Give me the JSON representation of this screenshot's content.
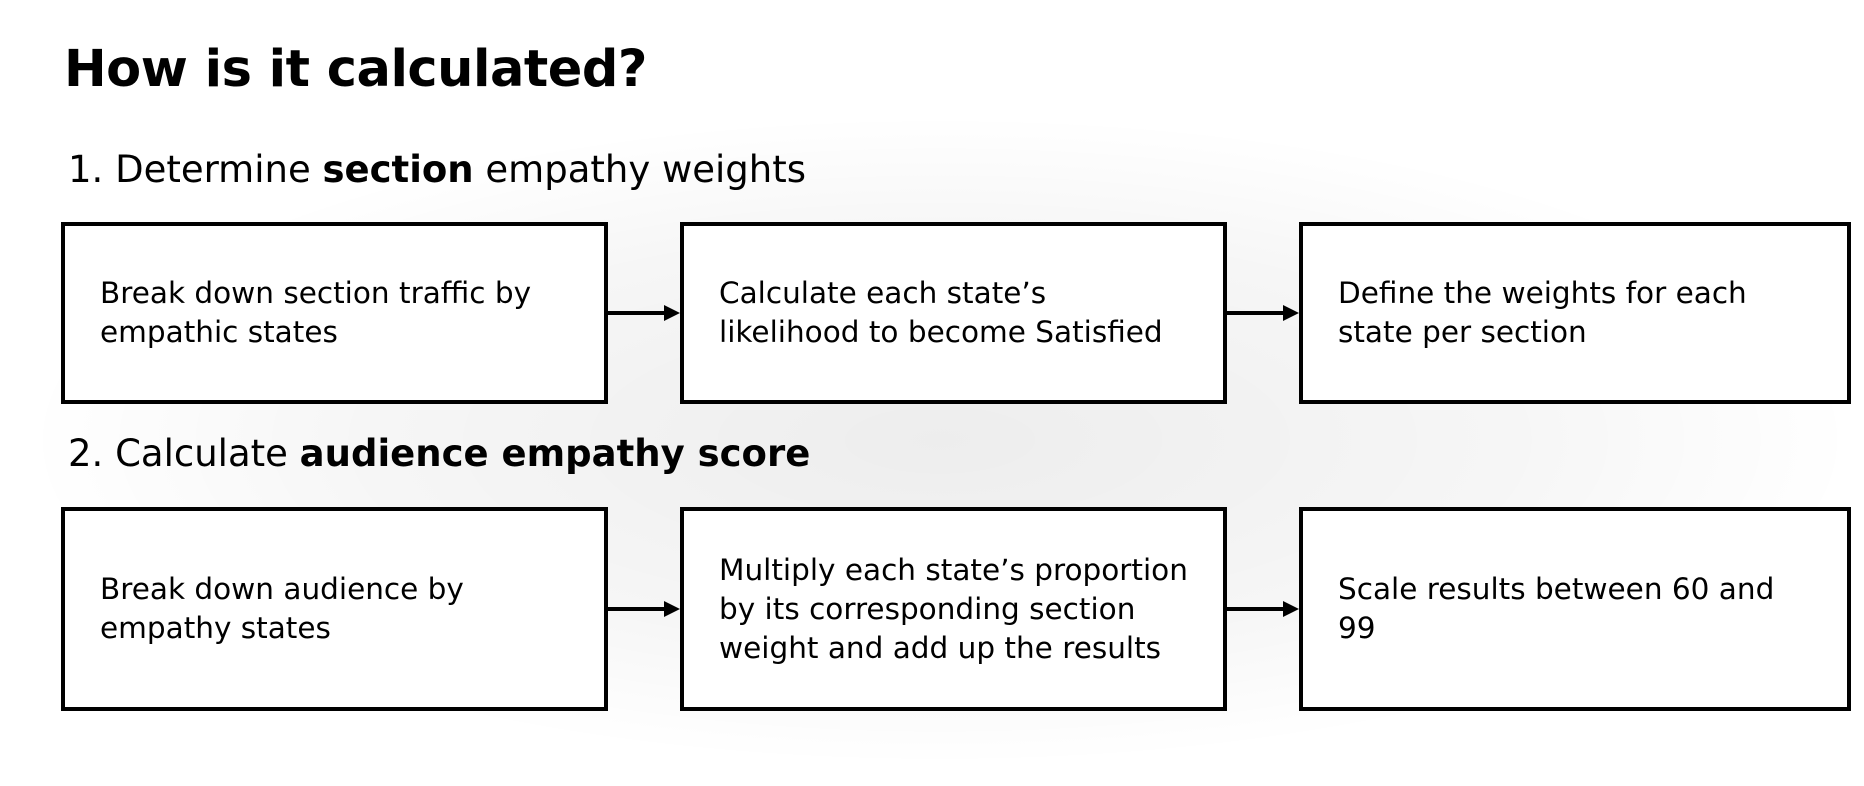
{
  "title": "How is it calculated?",
  "section1": {
    "number": "1.",
    "prefix": "Determine",
    "bold": "section",
    "suffix": "empathy weights",
    "steps": [
      {
        "text": "Break down section traffic by empathic states"
      },
      {
        "text": "Calculate each state’s likelihood to become Satisfied"
      },
      {
        "text": "Define the weights for each state per section"
      }
    ]
  },
  "section2": {
    "number": "2.",
    "prefix": "Calculate",
    "bold": "audience empathy score",
    "suffix": "",
    "steps": [
      {
        "text": "Break down audience by empathy states"
      },
      {
        "text": "Multiply each state’s proportion by its corresponding section weight and add up the results"
      },
      {
        "text": "Scale results between 60 and 99"
      }
    ]
  }
}
